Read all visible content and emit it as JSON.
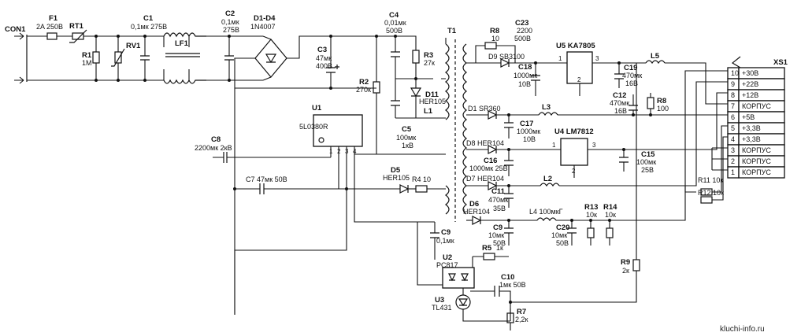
{
  "labels": {
    "con1": "CON1",
    "f1": "F1",
    "f1v": "2A 250В",
    "rt1": "RT1",
    "r1": "R1",
    "r1v": "1M",
    "rv1": "RV1",
    "c1": "C1",
    "c1v": "0,1мк 275В",
    "lf1": "LF1",
    "c2": "C2",
    "c2v1": "0,1мк",
    "c2v2": "275В",
    "d1d4": "D1-D4",
    "d1d4v": "1N4007",
    "c3": "C3",
    "c3v1": "47мк",
    "c3v2": "400В",
    "c4": "C4",
    "c4v1": "0,01мк",
    "c4v2": "500В",
    "r2": "R2",
    "r2v": "270к",
    "r3": "R3",
    "r3v": "27к",
    "d11": "D11",
    "d11v": "HER105",
    "l1": "L1",
    "c5": "C5",
    "c5v1": "100мк",
    "c5v2": "1кВ",
    "u1": "U1",
    "u1v": "5L0380R",
    "c8": "C8",
    "c8v": "2200мк 2кВ",
    "c7": "C7 47мк 50В",
    "d5": "D5",
    "d5v": "HER105",
    "r4": "R4 10",
    "t1": "T1",
    "r8top": "R8",
    "r8topv": "10",
    "c23": "C23",
    "c23v1": "2200",
    "c23v2": "500В",
    "u5": "U5 KA7805",
    "d9": "D9 SB3100",
    "c18": "C18",
    "c18v1": "1000мк",
    "c18v2": "10В",
    "c19": "C19",
    "c19v1": "470мк",
    "c19v2": "16В",
    "l5": "L5",
    "c12": "C12",
    "c12v1": "470мк",
    "c12v2": "16В",
    "r8mid": "R8",
    "r8midv": "100",
    "d1sr": "D1 SR360",
    "l3": "L3",
    "c17": "C17",
    "c17v1": "1000мк",
    "c17v2": "10В",
    "u4": "U4 LM7812",
    "d8": "D8 HER104",
    "c16": "C16",
    "c16v": "1000мк 25В",
    "c15": "C15",
    "c15v1": "100мк",
    "c15v2": "25В",
    "d7": "D7 HER104",
    "l2": "L2",
    "c11": "C11",
    "c11v1": "470мк",
    "c11v2": "35В",
    "r11": "R11 10к",
    "r12": "R12 10к",
    "d6": "D6",
    "d6v": "HER104",
    "l4": "L4 100мкГ",
    "r13": "R13",
    "r13v": "10к",
    "r14": "R14",
    "r14v": "10к",
    "c9b": "C9",
    "c9bv1": "10мк",
    "c9bv2": "50В",
    "c20": "C20",
    "c20v1": "10мк",
    "c20v2": "50В",
    "c9": "C9",
    "c9v": "0,1мк",
    "r5": "R5",
    "r5v": "1к",
    "u2": "U2",
    "u2v": "PC817",
    "c10": "C10",
    "c10v": "1мк 50В",
    "r9": "R9",
    "r9v": "2к",
    "u3": "U3",
    "u3v": "TL431",
    "r7": "R7",
    "r7v": "2,2к",
    "xs1": "XS1",
    "watermark": "kluchi-info.ru"
  },
  "connector_pins": [
    {
      "num": "10",
      "name": "+30В"
    },
    {
      "num": "9",
      "name": "+22В"
    },
    {
      "num": "8",
      "name": "+12В"
    },
    {
      "num": "7",
      "name": "КОРПУС"
    },
    {
      "num": "6",
      "name": "+5В"
    },
    {
      "num": "5",
      "name": "+3,3В"
    },
    {
      "num": "4",
      "name": "+3,3В"
    },
    {
      "num": "3",
      "name": "КОРПУС"
    },
    {
      "num": "2",
      "name": "КОРПУС"
    },
    {
      "num": "1",
      "name": "КОРПУС"
    }
  ],
  "pin_numbers": {
    "u1": [
      "1",
      "2",
      "3",
      "4"
    ],
    "u5": [
      "1",
      "2",
      "3"
    ],
    "u4": [
      "1",
      "2",
      "3"
    ]
  }
}
